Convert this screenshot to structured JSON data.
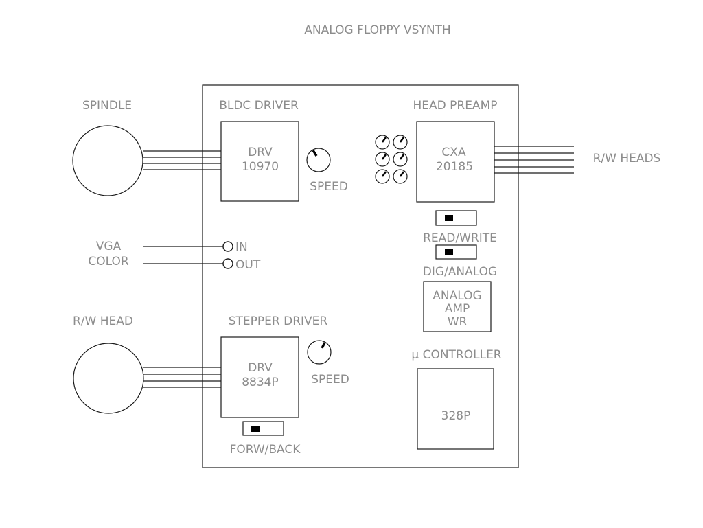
{
  "title": "ANALOG FLOPPY VSYNTH",
  "spindle": {
    "label": "SPINDLE"
  },
  "bldc_driver": {
    "label": "BLDC DRIVER",
    "chip_line1": "DRV",
    "chip_line2": "10970",
    "knob_label": "SPEED"
  },
  "head_preamp": {
    "label": "HEAD PREAMP",
    "chip_line1": "CXA",
    "chip_line2": "20185"
  },
  "rw_heads": {
    "label": "R/W HEADS"
  },
  "switches": {
    "read_write": "READ/WRITE",
    "dig_analog": "DIG/ANALOG",
    "forw_back": "FORW/BACK"
  },
  "vga": {
    "line1": "VGA",
    "line2": "COLOR",
    "in_label": "IN",
    "out_label": "OUT"
  },
  "analog_amp": {
    "line1": "ANALOG",
    "line2": "AMP",
    "line3": "WR"
  },
  "rw_head": {
    "label": "R/W HEAD"
  },
  "stepper_driver": {
    "label": "STEPPER DRIVER",
    "chip_line1": "DRV",
    "chip_line2": "8834P",
    "knob_label": "SPEED"
  },
  "controller": {
    "label": "µ CONTROLLER",
    "chip": "328P"
  }
}
